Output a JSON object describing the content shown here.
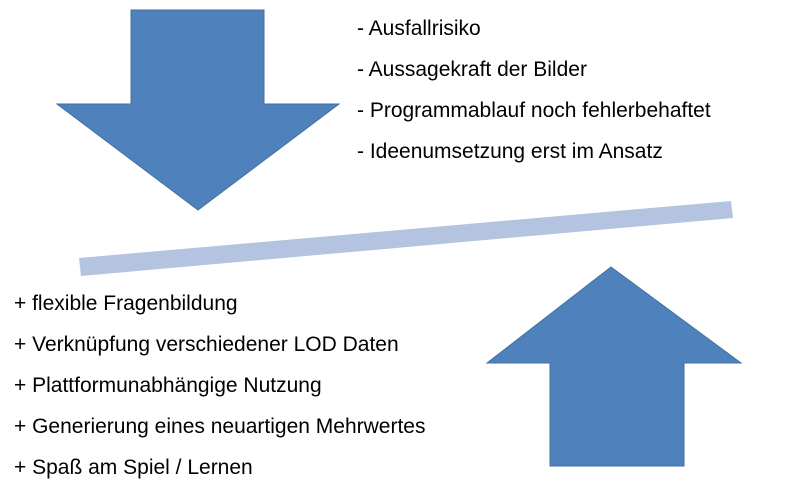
{
  "colors": {
    "arrow_fill": "#4f81bd",
    "beam_fill": "#b4c4e0",
    "text": "#000000",
    "background": "#ffffff"
  },
  "cons": [
    "- Ausfallrisiko",
    "- Aussagekraft  der Bilder",
    "- Programmablauf  noch fehlerbehaftet",
    "- Ideenumsetzung erst im Ansatz"
  ],
  "pros": [
    "+ flexible Fragenbildung",
    "+ Verknüpfung verschiedener LOD Daten",
    "+ Plattformunabhängige  Nutzung",
    "+ Generierung  eines neuartigen Mehrwertes",
    "+ Spaß am Spiel / Lernen"
  ]
}
